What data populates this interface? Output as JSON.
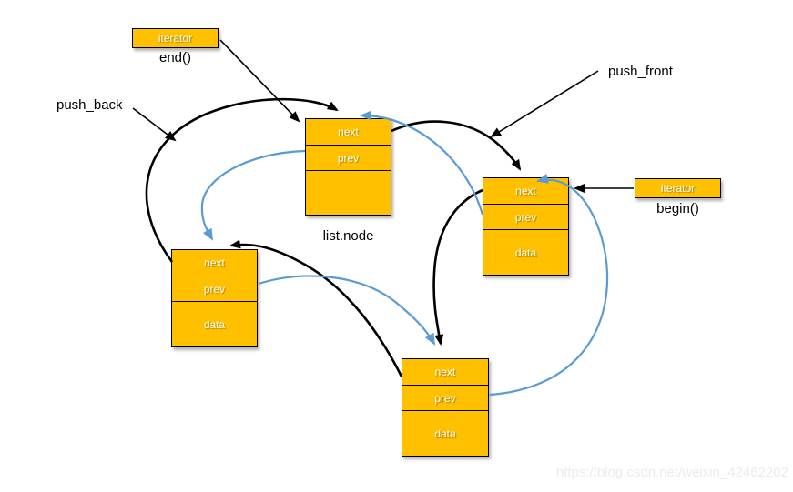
{
  "labels": {
    "iterator": "iterator",
    "end": "end()",
    "begin": "begin()",
    "push_back": "push_back",
    "push_front": "push_front",
    "list_node": "list.node"
  },
  "nodes": {
    "head": {
      "cells": [
        "next",
        "prev",
        ""
      ]
    },
    "first": {
      "cells": [
        "next",
        "prev",
        "data"
      ]
    },
    "second": {
      "cells": [
        "next",
        "prev",
        "data"
      ]
    },
    "tail": {
      "cells": [
        "next",
        "prev",
        "data"
      ]
    }
  },
  "colors": {
    "node_fill": "#FFC000",
    "node_border": "#000000",
    "next_pointer": "#000000",
    "prev_pointer": "#5B9BD5"
  },
  "watermark": "https://blog.csdn.net/weixin_42462202"
}
